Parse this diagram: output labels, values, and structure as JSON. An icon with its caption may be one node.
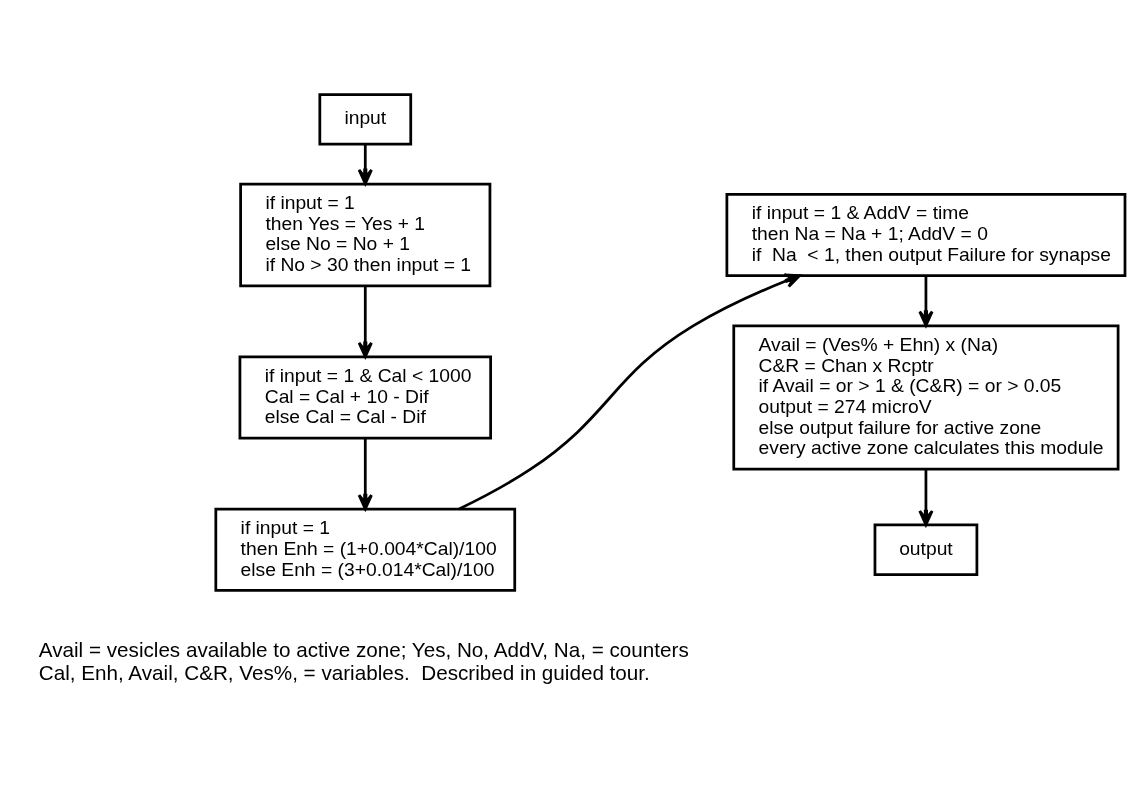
{
  "diagram": {
    "nodes": [
      {
        "text": [
          "input"
        ]
      },
      {
        "text": [
          "if input = 1",
          "then Yes = Yes + 1",
          "else No = No + 1",
          "if No > 30 then input = 1"
        ]
      },
      {
        "text": [
          "if input = 1 & Cal < 1000",
          "Cal = Cal + 10 - Dif",
          "else Cal = Cal - Dif"
        ]
      },
      {
        "text": [
          "if input = 1",
          "then Enh = (1+0.004*Cal)/100",
          "else Enh = (3+0.014*Cal)/100"
        ]
      },
      {
        "text": [
          "if input = 1 & AddV = time",
          "then Na = Na + 1; AddV = 0",
          "if  Na  < 1, then output Failure for synapse"
        ]
      },
      {
        "text": [
          "Avail = (Ves% + Ehn) x (Na)",
          "C&R = Chan x Rcptr",
          "if Avail = or > 1 & (C&R) = or > 0.05",
          "output = 274 microV",
          "else output failure for active zone",
          "every active zone calculates this module"
        ]
      },
      {
        "text": [
          "output"
        ]
      }
    ],
    "edges": [
      {
        "from": 0,
        "to": 1,
        "arrow": "to"
      },
      {
        "from": 1,
        "to": 2,
        "arrow": "to"
      },
      {
        "from": 2,
        "to": 3,
        "arrow": "to"
      },
      {
        "from": 3,
        "to": 4,
        "arrow": "to"
      },
      {
        "from": 4,
        "to": 5,
        "arrow": "to"
      },
      {
        "from": 5,
        "to": 6,
        "arrow": "to"
      }
    ],
    "labels": [
      "Avail = vesicles available to active zone; Yes, No, AddV, Na, = counters",
      "Cal, Enh, Avail, C&R, Ves%, = variables.  Described in guided tour."
    ]
  }
}
